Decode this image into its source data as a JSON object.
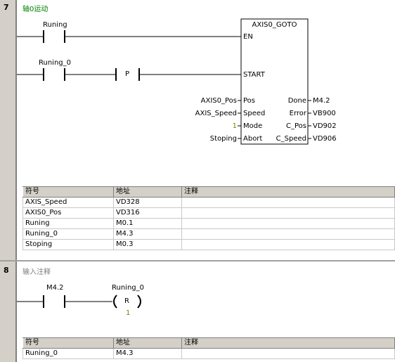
{
  "networks": [
    {
      "number": "7",
      "title": "轴0运动",
      "title_color": "#008000",
      "contacts": [
        {
          "label": "Runing"
        },
        {
          "label": "Runing_0",
          "p_label": "P"
        }
      ],
      "block": {
        "name": "AXIS0_GOTO",
        "inputs": [
          {
            "pin": "EN",
            "operand": ""
          },
          {
            "pin": "START",
            "operand": ""
          },
          {
            "pin": "Pos",
            "operand": "AXIS0_Pos"
          },
          {
            "pin": "Speed",
            "operand": "AXIS_Speed"
          },
          {
            "pin": "Mode",
            "operand": "1"
          },
          {
            "pin": "Abort",
            "operand": "Stoping"
          }
        ],
        "outputs": [
          {
            "pin": "Done",
            "operand": "M4.2"
          },
          {
            "pin": "Error",
            "operand": "VB900"
          },
          {
            "pin": "C_Pos",
            "operand": "VD902"
          },
          {
            "pin": "C_Speed",
            "operand": "VD906"
          }
        ]
      },
      "symbol_table": {
        "headers": [
          "符号",
          "地址",
          "注释"
        ],
        "rows": [
          [
            "AXIS_Speed",
            "VD328",
            ""
          ],
          [
            "AXIS0_Pos",
            "VD316",
            ""
          ],
          [
            "Runing",
            "M0.1",
            ""
          ],
          [
            "Runing_0",
            "M4.3",
            ""
          ],
          [
            "Stoping",
            "M0.3",
            ""
          ]
        ]
      }
    },
    {
      "number": "8",
      "title": "输入注释",
      "title_color": "#808080",
      "contact": {
        "label": "M4.2"
      },
      "coil": {
        "label": "Runing_0",
        "type": "R",
        "count": "1"
      },
      "symbol_table": {
        "headers": [
          "符号",
          "地址",
          "注释"
        ],
        "rows": [
          [
            "Runing_0",
            "M4.3",
            ""
          ]
        ]
      }
    }
  ],
  "colors": {
    "mode_constant": "#808000",
    "coil_count": "#808000"
  }
}
